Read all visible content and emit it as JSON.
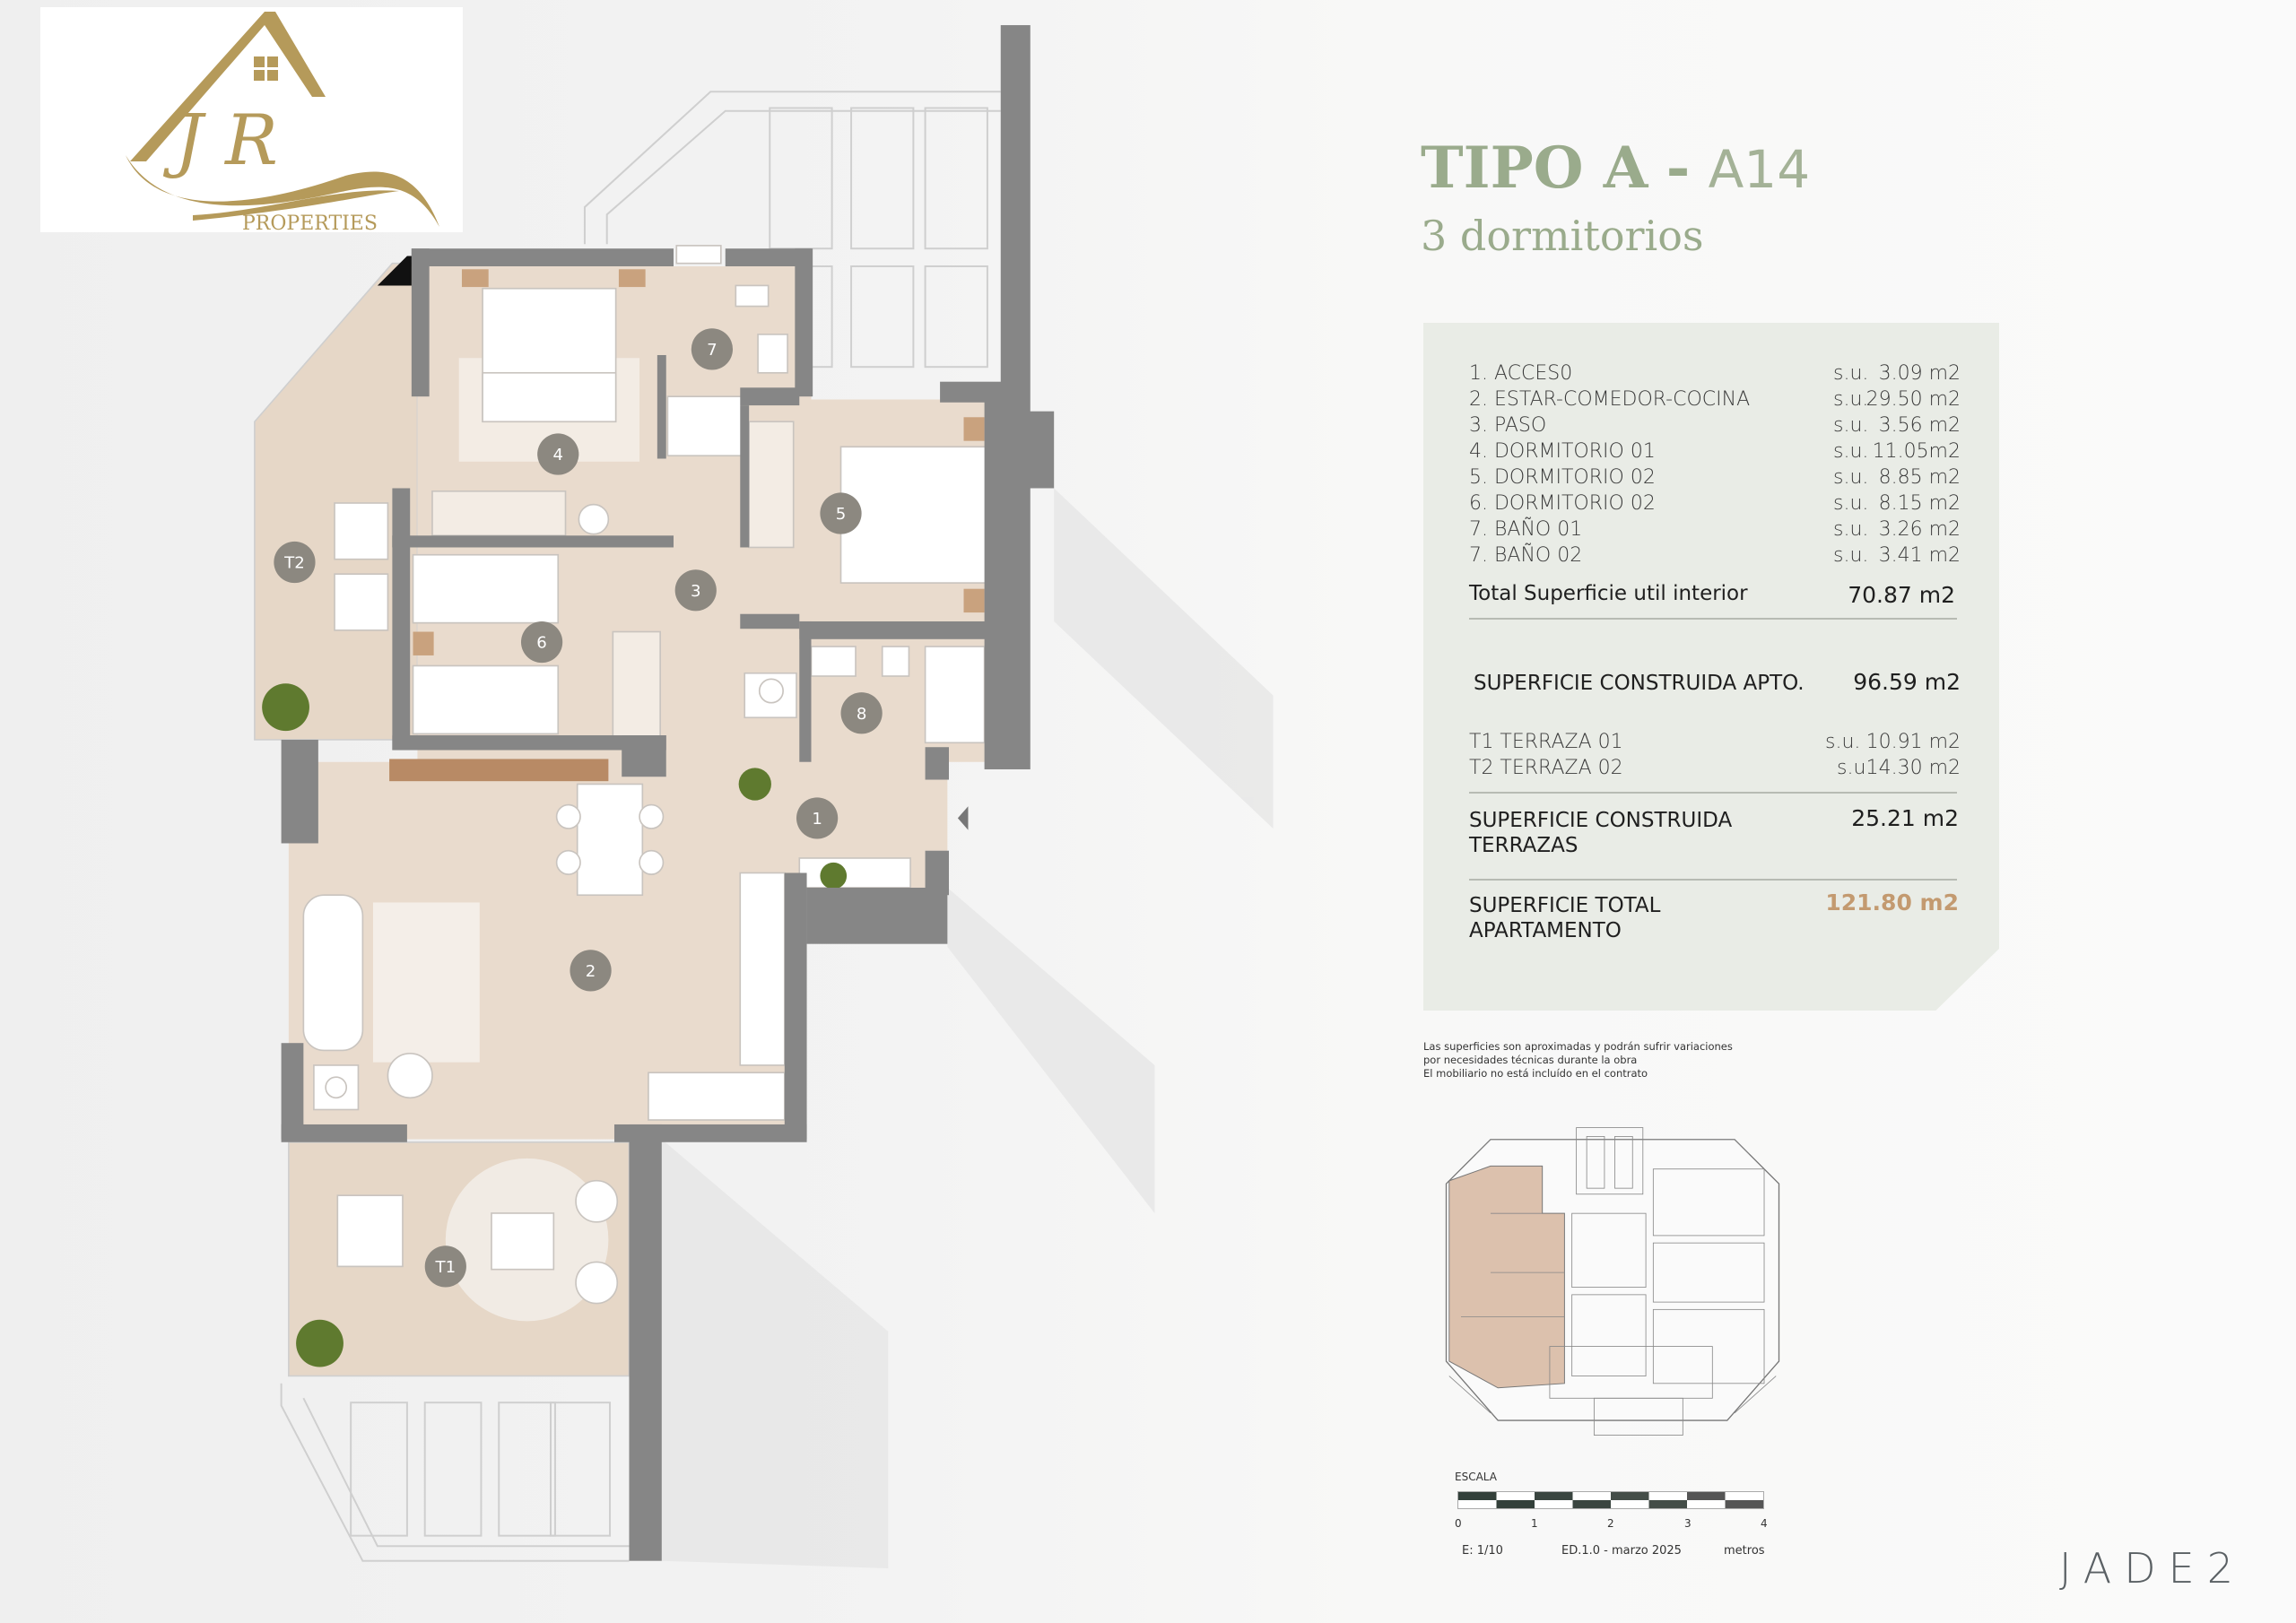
{
  "logo": {
    "initials": "J R",
    "name": "PROPERTIES"
  },
  "header": {
    "type": "TIPO A",
    "separator": "-",
    "unit": "A14",
    "bedrooms": "3 dormitorios"
  },
  "areas": {
    "rooms": [
      {
        "label": "1. ACCES0",
        "prefix": "s.u.",
        "value": "3.09 m2"
      },
      {
        "label": "2. ESTAR-COMEDOR-COCINA",
        "prefix": "s.u.",
        "value": "29.50 m2"
      },
      {
        "label": "3. PASO",
        "prefix": "s.u.",
        "value": "3.56 m2"
      },
      {
        "label": "4. DORMITORIO 01",
        "prefix": "s.u.",
        "value": "11.05m2"
      },
      {
        "label": "5. DORMITORIO 02",
        "prefix": "s.u.",
        "value": "8.85 m2"
      },
      {
        "label": "6. DORMITORIO 02",
        "prefix": "s.u.",
        "value": "8.15 m2"
      },
      {
        "label": "7. BAÑO 01",
        "prefix": "s.u.",
        "value": "3.26 m2"
      },
      {
        "label": "7. BAÑO 02",
        "prefix": "s.u.",
        "value": "3.41 m2"
      }
    ],
    "interior_total_label": "Total Superficie util interior",
    "interior_total_value": "70.87 m2",
    "built_label": "SUPERFICIE CONSTRUIDA APTO.",
    "built_value": "96.59 m2",
    "terraces": [
      {
        "label": "T1 TERRAZA 01",
        "prefix": "s.u.",
        "value": "10.91 m2"
      },
      {
        "label": "T2 TERRAZA 02",
        "prefix": "s.u.",
        "value": "14.30 m2"
      }
    ],
    "terraces_built_label": [
      "SUPERFICIE CONSTRUIDA",
      "TERRAZAS"
    ],
    "terraces_built_value": "25.21 m2",
    "grand_total_label": [
      "SUPERFICIE TOTAL",
      "APARTAMENTO"
    ],
    "grand_total_value": "121.80 m2"
  },
  "notes": [
    "Las superficies son aproximadas y podrán sufrir variaciones",
    "por necesidades técnicas durante la obra",
    "El mobiliario no está incluído en el contrato"
  ],
  "scale": {
    "title": "ESCALA",
    "ticks": [
      "0",
      "1",
      "2",
      "3",
      "4"
    ],
    "ratio": "E: 1/10",
    "edition": "ED.1.0 - marzo 2025",
    "unit": "metros"
  },
  "brand": "JADE2",
  "plan": {
    "markers": {
      "r1": "1",
      "r2": "2",
      "r3": "3",
      "r4": "4",
      "r5": "5",
      "r6": "6",
      "r7": "7",
      "r8": "8",
      "t1": "T1",
      "t2": "T2"
    }
  },
  "colors": {
    "title": "#9aab8c",
    "total_accent": "#c39a70",
    "wall": "#868686",
    "floor": "#e9dbcd",
    "panel": "#e9ece6",
    "logo_gold": "#b59a5a"
  }
}
